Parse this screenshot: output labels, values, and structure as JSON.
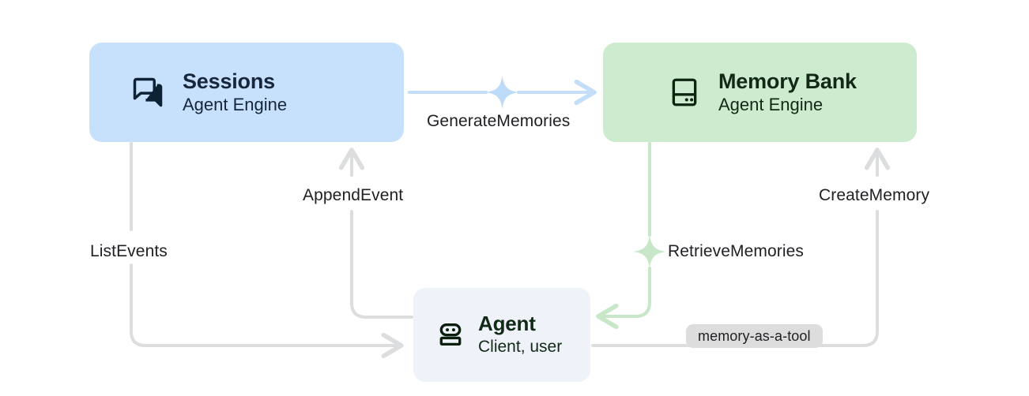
{
  "diagram": {
    "title": "Agent Engine Sessions and Memory Bank architecture",
    "colors": {
      "sessions_fill": "#C7E0FB",
      "memory_fill": "#CDEBCE",
      "agent_fill": "#EFF2F8",
      "blue_edge": "#C3DEF8",
      "green_edge": "#C7E7C8",
      "gray_edge": "#DCDDDE",
      "badge_fill": "#DDDDDD",
      "text": "#202124",
      "background": "#FFFFFF"
    },
    "nodes": [
      {
        "id": "sessions",
        "title": "Sessions",
        "subtitle": "Agent Engine",
        "icon": "chat-bubbles-icon"
      },
      {
        "id": "memory-bank",
        "title": "Memory Bank",
        "subtitle": "Agent Engine",
        "icon": "memory-bank-storage-icon"
      },
      {
        "id": "agent",
        "title": "Agent",
        "subtitle": "Client, user",
        "icon": "robot-icon"
      }
    ],
    "edges": [
      {
        "id": "generate-memories",
        "label": "GenerateMemories",
        "from": "sessions",
        "to": "memory-bank",
        "color": "blue",
        "sparkle": true
      },
      {
        "id": "append-event",
        "label": "AppendEvent",
        "from": "agent",
        "to": "sessions",
        "color": "gray",
        "sparkle": false
      },
      {
        "id": "list-events",
        "label": "ListEvents",
        "from": "sessions",
        "to": "agent",
        "color": "gray",
        "sparkle": false
      },
      {
        "id": "retrieve-memories",
        "label": "RetrieveMemories",
        "from": "memory-bank",
        "to": "agent",
        "color": "green",
        "sparkle": true
      },
      {
        "id": "create-memory",
        "label": "CreateMemory",
        "from": "agent",
        "to": "memory-bank",
        "color": "gray",
        "sparkle": false
      }
    ],
    "badges": [
      {
        "id": "memory-as-a-tool",
        "label": "memory-as-a-tool"
      }
    ]
  }
}
